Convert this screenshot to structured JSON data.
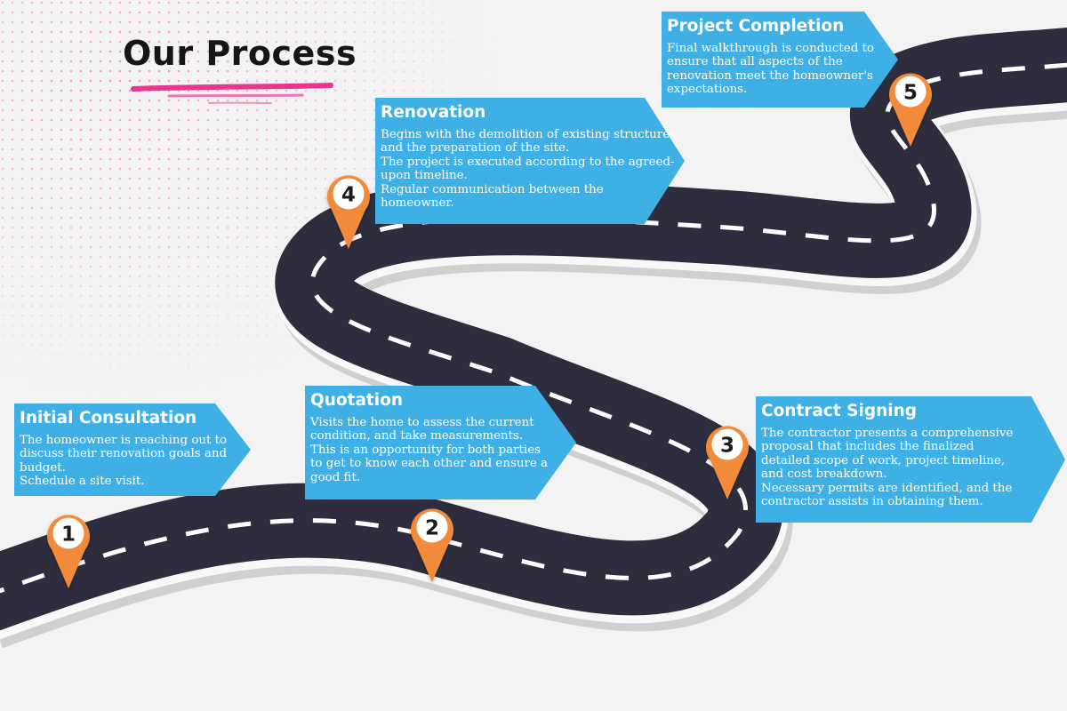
{
  "title": "Our Process",
  "colors": {
    "background": "#f2f3f2",
    "road": "#2e2d3e",
    "road_edge": "#d6d8d6",
    "lane_marking": "#ffffff",
    "callout": "#3fb0e6",
    "pin": "#f28a3a",
    "accent": "#e8358f"
  },
  "icons": [
    "location-pin-icon"
  ],
  "steps": [
    {
      "number": "1",
      "title": "Initial Consultation",
      "lines": [
        "The homeowner is reaching out to discuss their renovation goals and budget.",
        "Schedule a site visit."
      ]
    },
    {
      "number": "2",
      "title": "Quotation",
      "lines": [
        "Visits the home to assess the current condition, and take measurements.",
        "This is an opportunity for both parties to get to know each other and ensure a good fit."
      ]
    },
    {
      "number": "3",
      "title": "Contract Signing",
      "lines": [
        "The contractor presents a comprehensive proposal that includes the finalized detailed scope of work, project timeline, and cost breakdown.",
        "Necessary permits are identified, and the contractor assists in obtaining them."
      ]
    },
    {
      "number": "4",
      "title": "Renovation",
      "lines": [
        "Begins with the demolition of existing structures and the preparation of the site.",
        "The project is executed according to the agreed-upon timeline.",
        "Regular communication between the homeowner."
      ]
    },
    {
      "number": "5",
      "title": "Project Completion",
      "lines": [
        "Final walkthrough is conducted to ensure that all aspects of the renovation meet the homeowner's expectations."
      ]
    }
  ]
}
